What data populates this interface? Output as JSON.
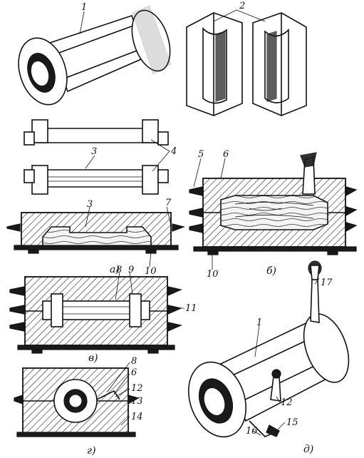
{
  "labels": {
    "n1": "1",
    "n2": "2",
    "n3a": "3",
    "n3b": "3",
    "n4": "4",
    "n5": "5",
    "n6a": "6",
    "n7": "7",
    "n8a": "8",
    "n9": "9",
    "n10a": "10",
    "n10b": "10",
    "n11": "11",
    "n17": "17",
    "n1b": "1",
    "n8b": "8",
    "n6b": "6",
    "n12a": "12",
    "n13": "13",
    "n14": "14",
    "n12b": "12",
    "n15": "15",
    "n16": "16"
  },
  "subfigures": {
    "a": "а)",
    "b": "б)",
    "v": "в)",
    "g": "г)",
    "d": "д)"
  }
}
